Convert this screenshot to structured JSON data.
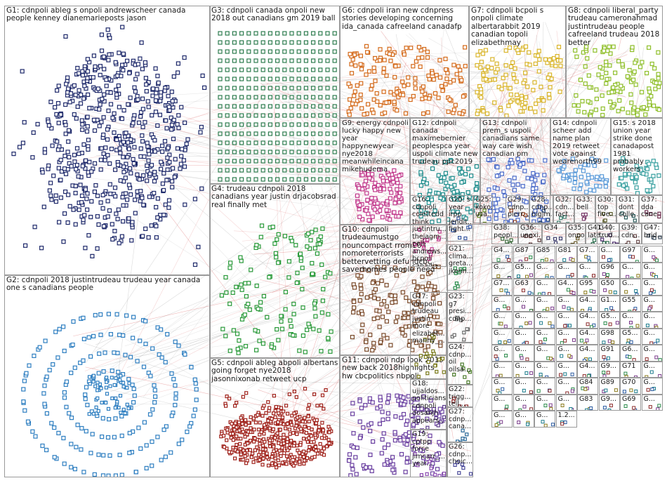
{
  "groups": [
    {
      "id": "G1",
      "label": "G1: cdnpoli ableg s onpoli andrewscheer canada people kenney dianemarieposts jason",
      "color": "#1f2a6b",
      "layout": "ellipse"
    },
    {
      "id": "G2",
      "label": "G2: cdnpoli 2018 justintrudeau trudeau year canada one s canadians people",
      "color": "#2f7fc1",
      "layout": "rings"
    },
    {
      "id": "G3",
      "label": "G3: cdnpoli canada onpoli new 2018 out canadians gm 2019 ball",
      "color": "#2e7d4f",
      "layout": "grid"
    },
    {
      "id": "G4",
      "label": "G4: trudeau cdnpoli 2018 canadians year justin drjacobsrad real finally met",
      "color": "#2a9a3a",
      "layout": "scatter"
    },
    {
      "id": "G5",
      "label": "G5: cdnpoli ableg abpoli albertans going forget nye2018 jasonnixonab retweet ucp",
      "color": "#a0231c",
      "layout": "blob"
    },
    {
      "id": "G6",
      "label": "G6: cdnpoli iran new cdnpress stories developing concerning ida_canada cafreeland canadafp",
      "color": "#d46a1a",
      "layout": "cluster"
    },
    {
      "id": "G7",
      "label": "G7: cdnpoli bcpoli s onpoli climate albertarabbit 2019 canadian topoli elizabethmay",
      "color": "#d9b52a",
      "layout": "cluster"
    },
    {
      "id": "G8",
      "label": "G8: cdnpoli liberal_party trudeau cameronahmad justintrudeau people cafreeland trudeau 2018 better",
      "color": "#8fbf2a",
      "layout": "cluster"
    },
    {
      "id": "G9",
      "label": "G9: energy cdnpoli lucky happy new year happynewyear nye2018 meanwhileincana mikehudema",
      "color": "#c23a8c",
      "layout": "column"
    },
    {
      "id": "G10",
      "label": "G10: cdnpoli trudeaumustgo nouncompact rrom103 nomoreterrorists bettervetting defundcbc saverhomes people need",
      "color": "#7a4a2a",
      "layout": "scatter"
    },
    {
      "id": "G11",
      "label": "G11: cdnpoli ndp look 2019 new back 2018highlights hw cbcpolitics nbpoli",
      "color": "#6a3fa0",
      "layout": "cluster"
    },
    {
      "id": "G12",
      "label": "G12: cdnpoli canada maximebernier peoplespca year uspoli climate new trudeau ppc2019",
      "color": "#1a8a8a",
      "layout": "cluster"
    },
    {
      "id": "G13",
      "label": "G13: cdnpoli prem_s uspoli canadians same way care wish canadian pm",
      "color": "#4a6ac9",
      "layout": "cluster"
    },
    {
      "id": "G14",
      "label": "G14: cdnpoli scheer add name plan 2019 retweet vote against wearenorth99",
      "color": "#5a9ad9",
      "layout": "cluster"
    },
    {
      "id": "G15",
      "label": "G15: s 2018 union year strike done canadapost 1981 probably workers",
      "color": "#3aa0a0",
      "layout": "cluster"
    },
    {
      "id": "G16",
      "label": "G16: cdnpoli colettedd think justintru... thejagm... poll andrews... bcpoli canadia...",
      "color": "#c23a8c",
      "layout": "small"
    },
    {
      "id": "G17",
      "label": "G17: cdnpoli trudeau justin more elizabet... manny_...",
      "color": "#7a7a1a",
      "layout": "small"
    },
    {
      "id": "G18",
      "label": "G18: ujjaldos... politicians cdnpoli dosanjh appears...",
      "color": "#5a3a8a",
      "layout": "small"
    },
    {
      "id": "G19",
      "label": "G19: cptpp force jimcarr_... year...",
      "color": "#8a4ab0",
      "layout": "small"
    },
    {
      "id": "G20",
      "label": "G20: s year irpp jendit... fight...",
      "color": "#3a5aa0",
      "layout": "small"
    },
    {
      "id": "G21",
      "label": "G21: clima... greta... jkenn...",
      "color": "#2a8a4a",
      "layout": "small"
    },
    {
      "id": "G23",
      "label": "G23: g7 presi... cdnp...",
      "color": "#6a6a6a",
      "layout": "small"
    },
    {
      "id": "G24",
      "label": "G24: cdnp... oil oilsa...",
      "color": "#4a7a2a",
      "layout": "small"
    },
    {
      "id": "G22",
      "label": "G22: trigg... tell...",
      "color": "#8a2a2a",
      "layout": "small"
    },
    {
      "id": "G27",
      "label": "G27: cdnp... cana...",
      "color": "#2a6a9a",
      "layout": "small"
    },
    {
      "id": "G26",
      "label": "G26: cdnp... choic...",
      "color": "#4a4a9a",
      "layout": "small"
    },
    {
      "id": "G25",
      "label": "G25: koko... usa...",
      "color": "#6a8a2a",
      "layout": "small"
    },
    {
      "id": "G29",
      "label": "G29: cdnp... pierr...",
      "color": "#9a4a2a",
      "layout": "small"
    },
    {
      "id": "G28",
      "label": "G28: cdnp... bigjm...",
      "color": "#2a4a7a",
      "layout": "small"
    },
    {
      "id": "G32",
      "label": "G32: cdn... fact...",
      "color": "#3a7a6a",
      "layout": "small"
    },
    {
      "id": "G33",
      "label": "G33: bell",
      "color": "#7a3a6a",
      "layout": "small"
    },
    {
      "id": "G30",
      "label": "G30: top five...",
      "color": "#5a5a2a",
      "layout": "small"
    },
    {
      "id": "G31",
      "label": "G31: dont colle...",
      "color": "#2a5a5a",
      "layout": "small"
    },
    {
      "id": "G37",
      "label": "G37: dda cane",
      "color": "#6a2a4a",
      "layout": "small"
    },
    {
      "id": "G38",
      "label": "G38: peopl...",
      "color": "#3a6a3a",
      "layout": "small"
    },
    {
      "id": "G36",
      "label": "G36: unexi...",
      "color": "#5a3a3a",
      "layout": "small"
    },
    {
      "id": "G34",
      "label": "G34",
      "color": "#3a3a6a",
      "layout": "small"
    },
    {
      "id": "G35",
      "label": "G35: onpoli",
      "color": "#6a5a2a",
      "layout": "small"
    },
    {
      "id": "G41",
      "label": "G41: late...",
      "color": "#2a6a4a",
      "layout": "small"
    },
    {
      "id": "G40",
      "label": "G40: trud...",
      "color": "#4a2a6a",
      "layout": "small"
    },
    {
      "id": "G39",
      "label": "G39: cdn...",
      "color": "#6a4a4a",
      "layout": "small"
    },
    {
      "id": "G47",
      "label": "G47: brid...",
      "color": "#3a4a5a",
      "layout": "small"
    }
  ],
  "tiles": [
    "G4...",
    "G87",
    "G85",
    "G81",
    "G7...",
    "G...",
    "G97",
    "G...",
    "G...",
    "G5...",
    "G...",
    "G...",
    "G...",
    "G96",
    "G...",
    "G...",
    "G7...",
    "G63",
    "G...",
    "G4...",
    "G95",
    "G50",
    "G...",
    "G...",
    "G...",
    "G...",
    "G...",
    "G...",
    "G4...",
    "G1...",
    "G55",
    "G...",
    "G...",
    "G...",
    "G...",
    "G...",
    "G4...",
    "G5...",
    "G...",
    "G...",
    "G...",
    "G...",
    "G...",
    "G...",
    "G4...",
    "G98",
    "G5...",
    "G...",
    "G...",
    "G...",
    "G...",
    "G...",
    "G4...",
    "G91",
    "G6...",
    "G...",
    "G...",
    "G...",
    "G...",
    "G...",
    "G4...",
    "G9...",
    "G71",
    "G...",
    "G...",
    "G...",
    "G...",
    "G...",
    "G84",
    "G89",
    "G70",
    "G...",
    "G...",
    "G...",
    "G...",
    "G...",
    "G83",
    "G9...",
    "G69",
    "G...",
    "G...",
    "G...",
    "G...",
    "1.2..."
  ]
}
